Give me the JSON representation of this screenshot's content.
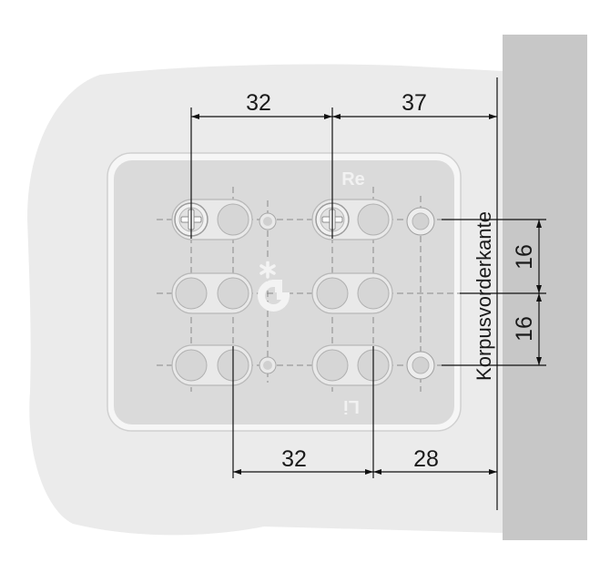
{
  "dimensions": {
    "top_left": "32",
    "top_right": "37",
    "bottom_left": "32",
    "bottom_right": "28",
    "right_upper": "16",
    "right_lower": "16"
  },
  "labels": {
    "edge_label": "Korpusvorderkante",
    "plate_mark_top": "Re",
    "plate_mark_bottom": "Li"
  },
  "colors": {
    "background_shape": "#ebebeb",
    "plate_outer": "#f4f4f4",
    "plate_inner": "#dadada",
    "side_panel": "#c7c7c7",
    "dimension_lines": "#111111"
  },
  "icons": {
    "logo": "grass-g-logo-icon"
  }
}
